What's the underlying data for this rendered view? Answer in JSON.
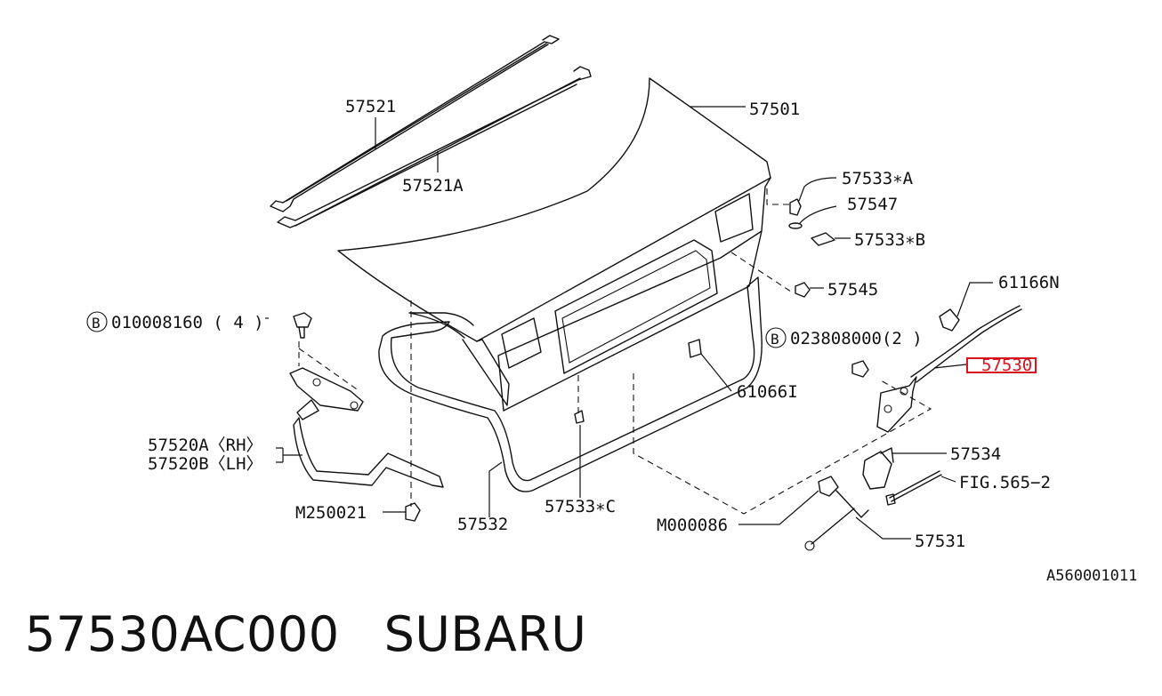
{
  "diagram": {
    "labels": {
      "p57521": "57521",
      "p57521A": "57521A",
      "p57501": "57501",
      "p57533A": "57533∗A",
      "p57547": "57547",
      "p57533B": "57533∗B",
      "p57545": "57545",
      "p61166N": "61166N",
      "p023808000_code": "023808000(2 )",
      "p57530": "57530",
      "p61066I": "61066I",
      "p010008160_code": "010008160 ( 4  )",
      "p57520A": "57520A〈RH〉",
      "p57520B": "57520B〈LH〉",
      "p57534": "57534",
      "pFIG565": "FIG.565−2",
      "pM250021": "M250021",
      "p57532": "57532",
      "p57533C": "57533∗C",
      "pM000086": "M000086",
      "p57531": "57531",
      "bullet_b": "B"
    },
    "ref_id": "A560001011",
    "highlight_color": "#d9141c"
  },
  "caption": {
    "part_number": "57530AC000",
    "brand": "SUBARU"
  }
}
